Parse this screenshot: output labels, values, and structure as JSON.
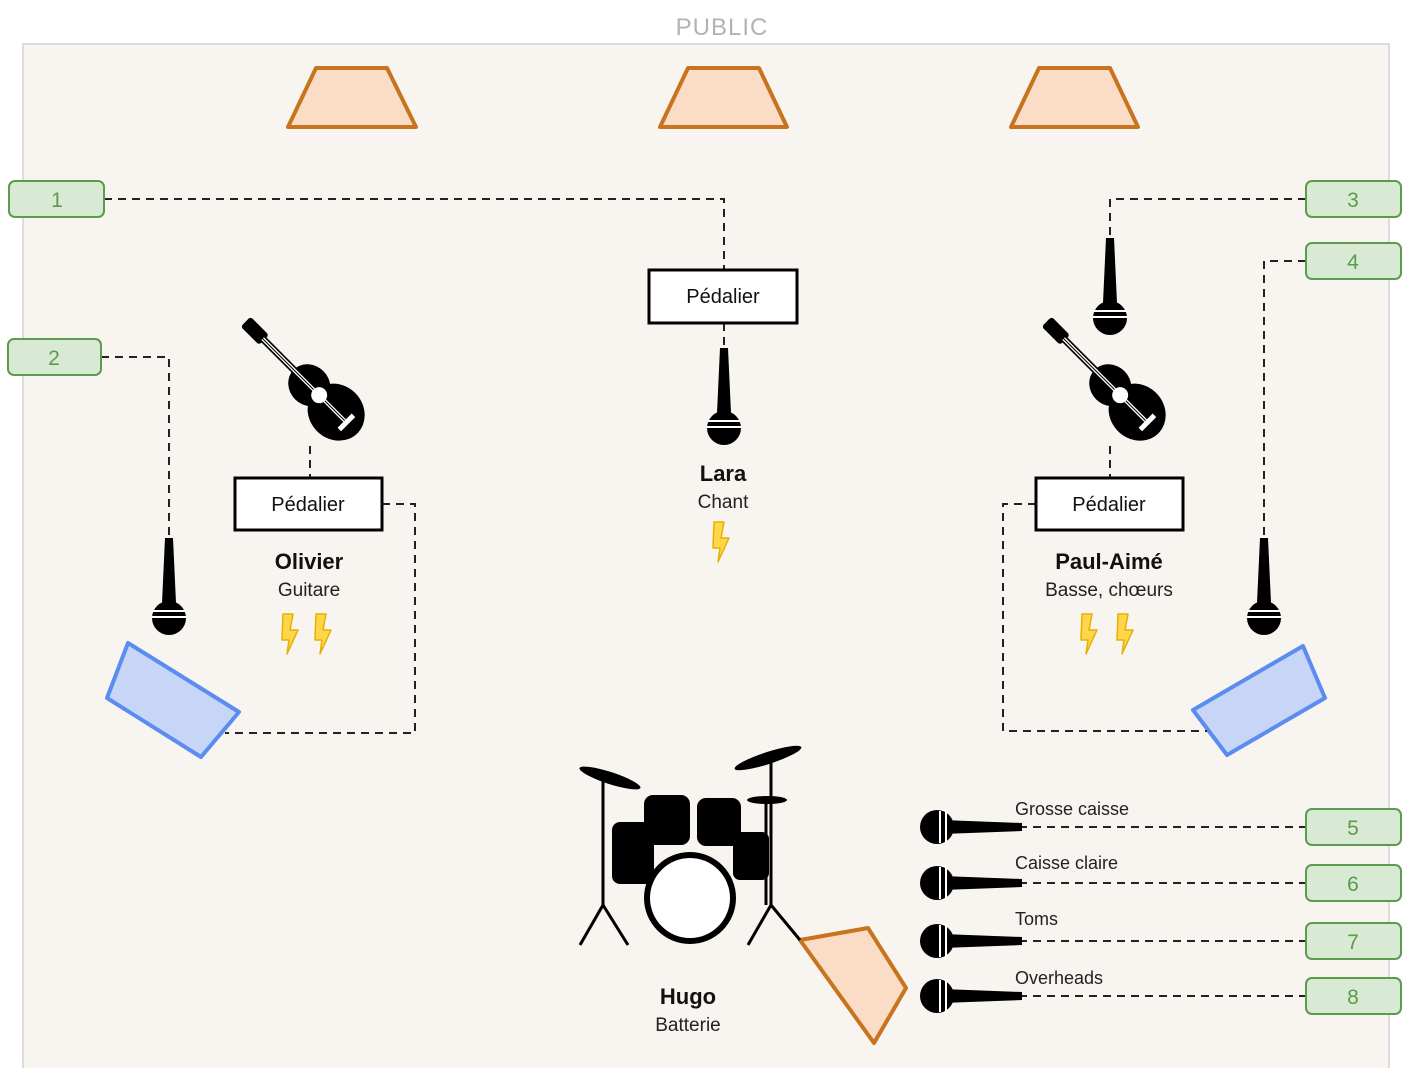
{
  "audience_label": "PUBLIC",
  "colors": {
    "stage_bg": "#f8f4f0",
    "stage_border": "#dcdcdc",
    "wedge_fill": "#fbdcc6",
    "wedge_stroke": "#c8731e",
    "amp_fill": "#c7d6f6",
    "amp_stroke": "#5b8cf0",
    "channel_fill": "#d8ead4",
    "channel_stroke": "#5c9b4b",
    "channel_text": "#5c9b4b",
    "power_fill": "#ffd64a",
    "power_stroke": "#e5b100",
    "cable": "#222222"
  },
  "channels": [
    {
      "number": "1"
    },
    {
      "number": "2"
    },
    {
      "number": "3"
    },
    {
      "number": "4"
    },
    {
      "number": "5"
    },
    {
      "number": "6"
    },
    {
      "number": "7"
    },
    {
      "number": "8"
    }
  ],
  "pedalboards": [
    {
      "label": "Pédalier"
    },
    {
      "label": "Pédalier"
    },
    {
      "label": "Pédalier"
    }
  ],
  "musicians": [
    {
      "name": "Olivier",
      "role": "Guitare",
      "power_outlets": 2
    },
    {
      "name": "Lara",
      "role": "Chant",
      "power_outlets": 1
    },
    {
      "name": "Paul-Aimé",
      "role": "Basse, chœurs",
      "power_outlets": 2
    },
    {
      "name": "Hugo",
      "role": "Batterie"
    }
  ],
  "drum_mics": [
    {
      "label": "Grosse caisse"
    },
    {
      "label": "Caisse claire"
    },
    {
      "label": "Toms"
    },
    {
      "label": "Overheads"
    }
  ],
  "icons": [
    "wedge-monitor-icon",
    "guitar-amp-icon",
    "microphone-icon",
    "acoustic-guitar-icon",
    "power-outlet-icon",
    "drum-kit-icon"
  ]
}
